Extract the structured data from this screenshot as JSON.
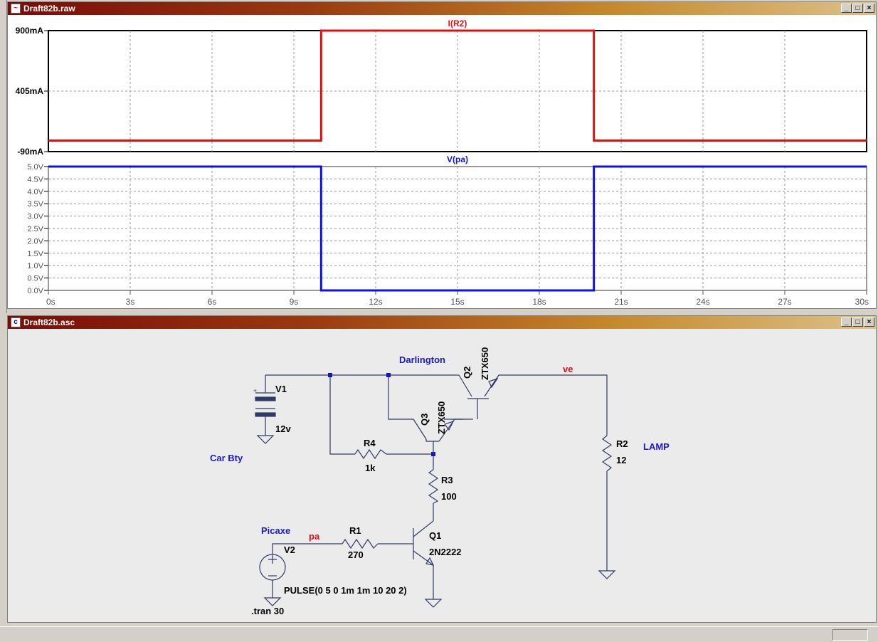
{
  "plot_window": {
    "title": "Draft82b.raw",
    "buttons": {
      "minimize": "_",
      "restore": "□",
      "close": "×"
    }
  },
  "schematic_window": {
    "title": "Draft82b.asc",
    "buttons": {
      "minimize": "_",
      "restore": "□",
      "close": "×"
    }
  },
  "colors": {
    "current_trace": "#e01010",
    "voltage_trace": "#1010e0",
    "label_blue": "#1a1ad0",
    "net_red": "#e01010"
  },
  "chart_data": [
    {
      "type": "line",
      "title": "I(R2)",
      "y_ticks": [
        "900mA",
        "405mA",
        "-90mA"
      ],
      "ylim": [
        -90,
        900
      ],
      "x": [
        0,
        10,
        10,
        20,
        20,
        30
      ],
      "values": [
        0,
        0,
        900,
        900,
        0,
        0
      ],
      "grid": true
    },
    {
      "type": "line",
      "title": "V(pa)",
      "y_ticks": [
        "5.0V",
        "4.5V",
        "4.0V",
        "3.5V",
        "3.0V",
        "2.5V",
        "2.0V",
        "1.5V",
        "1.0V",
        "0.5V",
        "0.0V"
      ],
      "ylim": [
        0,
        5
      ],
      "x": [
        0,
        10,
        10,
        20,
        20,
        30
      ],
      "values": [
        5,
        5,
        0,
        0,
        5,
        5
      ],
      "x_ticks": [
        "0s",
        "3s",
        "6s",
        "9s",
        "12s",
        "15s",
        "18s",
        "21s",
        "24s",
        "27s",
        "30s"
      ],
      "xlim": [
        0,
        30
      ],
      "grid": true
    }
  ],
  "schematic": {
    "comments": {
      "darlington": "Darlington",
      "car_bty": "Car Bty",
      "lamp": "LAMP",
      "picaxe": "Picaxe"
    },
    "nets": {
      "ve": "ve",
      "pa": "pa"
    },
    "v1": {
      "name": "V1",
      "value": "12v"
    },
    "v2": {
      "name": "V2",
      "value": "PULSE(0 5 0 1m 1m 10 20 2)"
    },
    "r1": {
      "name": "R1",
      "value": "270"
    },
    "r2": {
      "name": "R2",
      "value": "12"
    },
    "r3": {
      "name": "R3",
      "value": "100"
    },
    "r4": {
      "name": "R4",
      "value": "1k"
    },
    "q1": {
      "name": "Q1",
      "model": "2N2222"
    },
    "q2": {
      "name": "Q2",
      "model": "ZTX650"
    },
    "q3": {
      "name": "Q3",
      "model": "ZTX650"
    },
    "directive": ".tran 30"
  }
}
